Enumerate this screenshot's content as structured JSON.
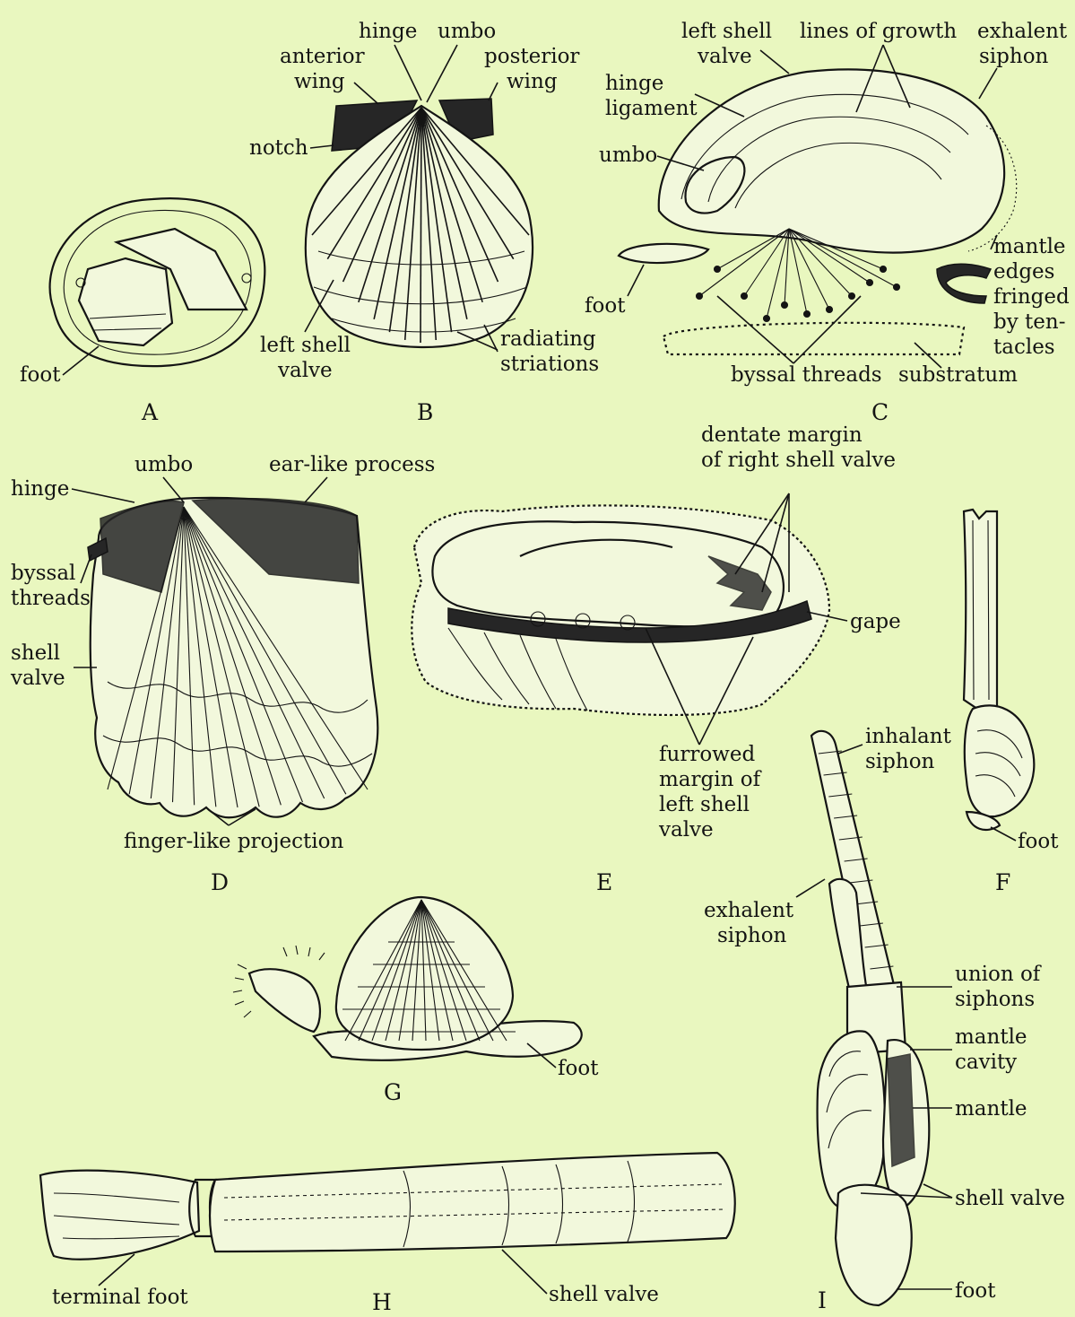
{
  "panels": {
    "A": {
      "letter": "A",
      "labels": {
        "foot": "foot"
      }
    },
    "B": {
      "letter": "B",
      "labels": {
        "hinge": "hinge",
        "umbo": "umbo",
        "anterior_wing_1": "anterior",
        "anterior_wing_2": "wing",
        "posterior_wing_1": "posterior",
        "posterior_wing_2": "wing",
        "notch": "notch",
        "left_shell_valve_1": "left shell",
        "left_shell_valve_2": "valve",
        "radiating_striations_1": "radiating",
        "radiating_striations_2": "striations"
      }
    },
    "C": {
      "letter": "C",
      "labels": {
        "left_shell_valve_1": "left shell",
        "left_shell_valve_2": "valve",
        "lines_of_growth": "lines of growth",
        "exhalent_siphon_1": "exhalent",
        "exhalent_siphon_2": "siphon",
        "hinge_ligament_1": "hinge",
        "hinge_ligament_2": "ligament",
        "umbo": "umbo",
        "foot": "foot",
        "mantle_1": "mantle",
        "mantle_2": "edges",
        "mantle_3": "fringed",
        "mantle_4": "by ten-",
        "mantle_5": "tacles",
        "byssal_threads": "byssal threads",
        "substratum": "substratum"
      }
    },
    "D": {
      "letter": "D",
      "labels": {
        "umbo": "umbo",
        "ear_like_process": "ear-like process",
        "hinge": "hinge",
        "byssal_threads_1": "byssal",
        "byssal_threads_2": "threads",
        "shell_valve_1": "shell",
        "shell_valve_2": "valve",
        "finger_like_projection": "finger-like projection"
      }
    },
    "E": {
      "letter": "E",
      "labels": {
        "dentate_1": "dentate margin",
        "dentate_2": "of right shell valve",
        "gape": "gape",
        "furrowed_1": "furrowed",
        "furrowed_2": "margin of",
        "furrowed_3": "left shell",
        "furrowed_4": "valve"
      }
    },
    "F": {
      "letter": "F",
      "labels": {
        "foot": "foot"
      }
    },
    "G": {
      "letter": "G",
      "labels": {
        "foot": "foot"
      }
    },
    "H": {
      "letter": "H",
      "labels": {
        "terminal_foot": "terminal foot",
        "shell_valve": "shell valve"
      }
    },
    "I": {
      "letter": "I",
      "labels": {
        "inhalant_siphon_1": "inhalant",
        "inhalant_siphon_2": "siphon",
        "exhalent_siphon_1": "exhalent",
        "exhalent_siphon_2": "siphon",
        "union_1": "union of",
        "union_2": "siphons",
        "mantle_cavity_1": "mantle",
        "mantle_cavity_2": "cavity",
        "mantle": "mantle",
        "shell_valve": "shell valve",
        "foot": "foot"
      }
    }
  },
  "colors": {
    "background": "#e9f7bf",
    "ink": "#141414"
  }
}
